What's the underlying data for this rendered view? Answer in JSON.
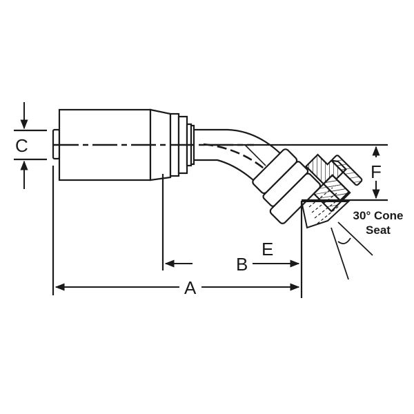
{
  "diagram": {
    "subject": "45 degree hose fitting with swivel nut",
    "stroke_color": "#1a1a1a",
    "background_color": "#ffffff",
    "dimensions": {
      "A": "A",
      "B": "B",
      "C": "C",
      "E": "E",
      "F": "F"
    },
    "notes": {
      "cone_seat_line1": "30° Cone",
      "cone_seat_line2": "Seat"
    }
  }
}
